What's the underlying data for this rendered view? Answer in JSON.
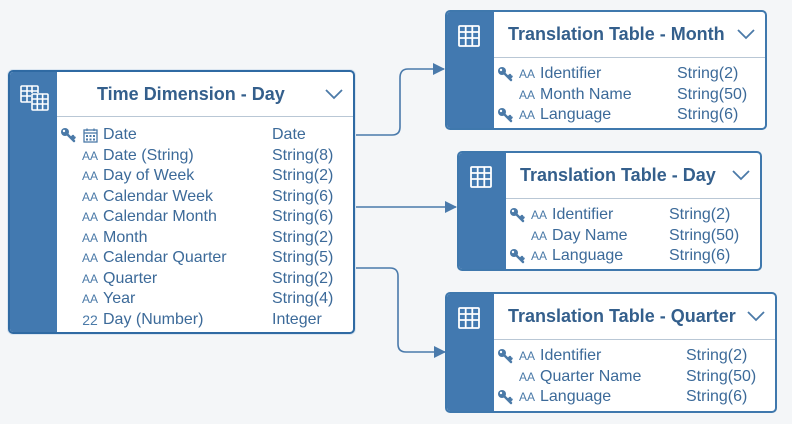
{
  "colors": {
    "accent": "#4279b0",
    "text": "#3c6a99",
    "title": "#345f8c",
    "connector": "#4a7aab"
  },
  "nodes": {
    "time_dimension": {
      "title": "Time Dimension - Day",
      "icon": "dimension-table-icon",
      "fields": [
        {
          "key": true,
          "type_icon": "calendar-icon",
          "name": "Date",
          "datatype": "Date"
        },
        {
          "key": false,
          "type_icon": "AA",
          "name": "Date (String)",
          "datatype": "String(8)"
        },
        {
          "key": false,
          "type_icon": "AA",
          "name": "Day of Week",
          "datatype": "String(2)"
        },
        {
          "key": false,
          "type_icon": "AA",
          "name": "Calendar Week",
          "datatype": "String(6)"
        },
        {
          "key": false,
          "type_icon": "AA",
          "name": "Calendar Month",
          "datatype": "String(6)"
        },
        {
          "key": false,
          "type_icon": "AA",
          "name": "Month",
          "datatype": "String(2)"
        },
        {
          "key": false,
          "type_icon": "AA",
          "name": "Calendar Quarter",
          "datatype": "String(5)"
        },
        {
          "key": false,
          "type_icon": "AA",
          "name": "Quarter",
          "datatype": "String(2)"
        },
        {
          "key": false,
          "type_icon": "AA",
          "name": "Year",
          "datatype": "String(4)"
        },
        {
          "key": false,
          "type_icon": "22",
          "name": "Day (Number)",
          "datatype": "Integer"
        }
      ]
    },
    "tt_month": {
      "title": "Translation Table - Month",
      "icon": "table-icon",
      "fields": [
        {
          "key": true,
          "type_icon": "AA",
          "name": "Identifier",
          "datatype": "String(2)"
        },
        {
          "key": false,
          "type_icon": "AA",
          "name": "Month Name",
          "datatype": "String(50)"
        },
        {
          "key": true,
          "type_icon": "AA",
          "name": "Language",
          "datatype": "String(6)"
        }
      ]
    },
    "tt_day": {
      "title": "Translation Table - Day",
      "icon": "table-icon",
      "fields": [
        {
          "key": true,
          "type_icon": "AA",
          "name": "Identifier",
          "datatype": "String(2)"
        },
        {
          "key": false,
          "type_icon": "AA",
          "name": "Day Name",
          "datatype": "String(50)"
        },
        {
          "key": true,
          "type_icon": "AA",
          "name": "Language",
          "datatype": "String(6)"
        }
      ]
    },
    "tt_quarter": {
      "title": "Translation Table - Quarter",
      "icon": "table-icon",
      "fields": [
        {
          "key": true,
          "type_icon": "AA",
          "name": "Identifier",
          "datatype": "String(2)"
        },
        {
          "key": false,
          "type_icon": "AA",
          "name": "Quarter Name",
          "datatype": "String(50)"
        },
        {
          "key": true,
          "type_icon": "AA",
          "name": "Language",
          "datatype": "String(6)"
        }
      ]
    }
  },
  "edges": [
    {
      "from": "time_dimension",
      "to": "tt_month"
    },
    {
      "from": "time_dimension",
      "to": "tt_day"
    },
    {
      "from": "time_dimension",
      "to": "tt_quarter"
    }
  ]
}
